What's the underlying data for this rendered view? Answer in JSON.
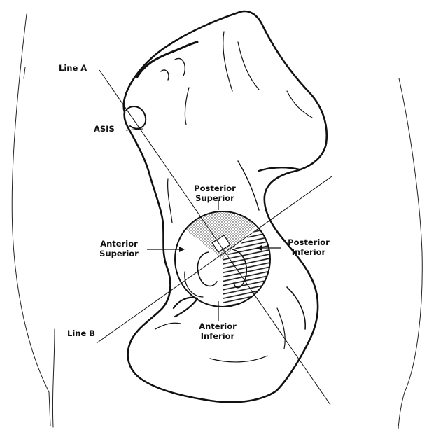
{
  "labels": {
    "line_a": "Line A",
    "line_b": "Line B",
    "asis": "ASIS",
    "posterior_superior": [
      "Posterior",
      "Superior"
    ],
    "anterior_superior": [
      "Anterior",
      "Superior"
    ],
    "posterior_inferior": [
      "Posterior",
      "Inferior"
    ],
    "anterior_inferior": [
      "Anterior",
      "Inferior"
    ]
  },
  "colors": {
    "ink": "#111111",
    "background": "#ffffff"
  }
}
